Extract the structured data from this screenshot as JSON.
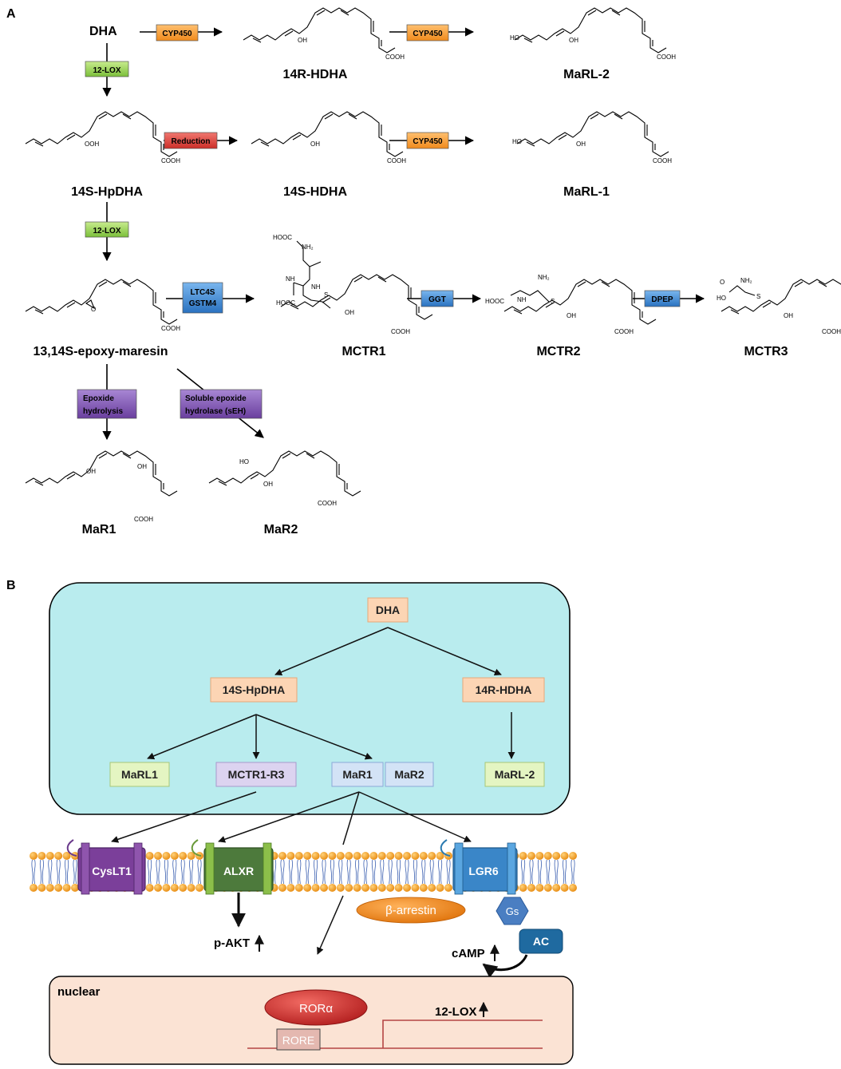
{
  "panel_a": {
    "label": "A",
    "compounds": {
      "dha": "DHA",
      "r14_hdha": "14R-HDHA",
      "marl2": "MaRL-2",
      "s14_hpdha": "14S-HpDHA",
      "s14_hdha": "14S-HDHA",
      "marl1": "MaRL-1",
      "epoxy": "13,14S-epoxy-maresin",
      "mctr1": "MCTR1",
      "mctr2": "MCTR2",
      "mctr3": "MCTR3",
      "mar1": "MaR1",
      "mar2": "MaR2"
    },
    "enzymes": {
      "cyp450_a": "CYP450",
      "cyp450_b": "CYP450",
      "cyp450_c": "CYP450",
      "lox_a": "12-LOX",
      "lox_b": "12-LOX",
      "reduction": "Reduction",
      "ltc4s_1": "LTC4S",
      "ltc4s_2": "GSTM4",
      "ggt": "GGT",
      "dpep": "DPEP",
      "epox_1": "Epoxide",
      "epox_2": "hydrolysis",
      "seh_1": "Soluble epoxide",
      "seh_2": "hydrolase (sEH)"
    },
    "groups": {
      "cooh": "COOH",
      "oh": "OH",
      "ho": "HO",
      "ooh": "OOH",
      "o": "O",
      "s": "S",
      "nh": "NH",
      "nh2": "NH₂",
      "hooc": "HOOC"
    }
  },
  "panel_b": {
    "label": "B",
    "nodes": {
      "dha": "DHA",
      "hpdha": "14S-HpDHA",
      "hdha": "14R-HDHA",
      "marl1": "MaRL1",
      "mctr": "MCTR1-R3",
      "mar1": "MaR1",
      "mar2": "MaR2",
      "marl2": "MaRL-2"
    },
    "receptors": {
      "cyslt1": "CysLT1",
      "alxr": "ALXR",
      "lgr6": "LGR6"
    },
    "signals": {
      "barrestin": "β-arrestin",
      "gs": "Gs",
      "ac": "AC",
      "pakt": "p-AKT",
      "camp": "cAMP",
      "nuclear": "nuclear",
      "rora": "RORα",
      "rore": "RORE",
      "lox": "12-LOX"
    }
  },
  "colors": {
    "cyp450": "#f5941f",
    "lox": "#92d050",
    "reduction": "#e0403a",
    "blue_enzyme": "#3d8fd8",
    "purple_enzyme": "#8256b5",
    "cell": "#b9ecee",
    "nucleus": "#fbe3d4",
    "membrane_head": "#f5a623",
    "node_orange": "#fcd5b4",
    "node_green": "#e4f5c2",
    "node_purple": "#dcd3f0",
    "node_blue": "#d3e3f6",
    "ror": "#d32f2f",
    "barrestin": "#f28c1b",
    "gs": "#4a7ec2",
    "ac": "#1f6aa0"
  }
}
